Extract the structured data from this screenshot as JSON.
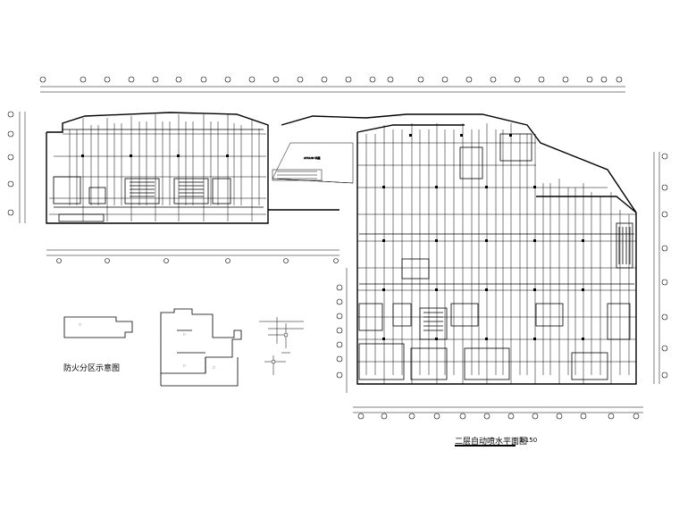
{
  "drawing": {
    "title": "二层自动喷水平面图",
    "scale": "1:150"
  },
  "legend": {
    "title": "防火分区示意图"
  },
  "colors": {
    "background": "#ffffff",
    "linework": "#000000"
  }
}
